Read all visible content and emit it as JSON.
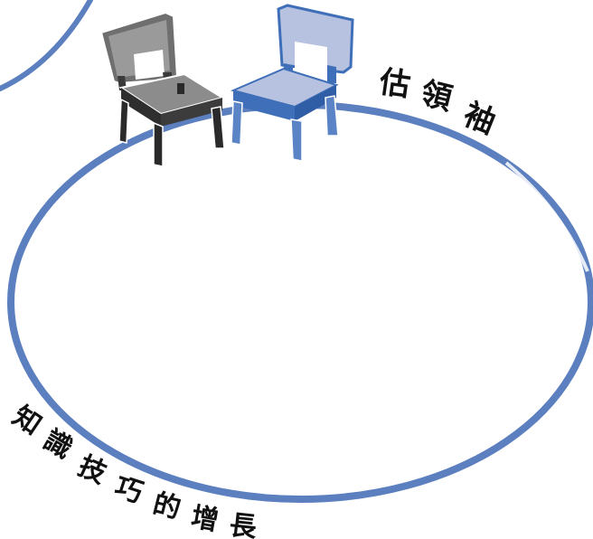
{
  "labels": {
    "top_right": [
      "估",
      "領",
      "袖"
    ],
    "bottom_left": [
      "知",
      "識",
      "技",
      "巧",
      "的",
      "增",
      "長"
    ]
  },
  "colors": {
    "ring": "#5b7fbf",
    "chair_gray": "#8a8a8a",
    "chair_gray_dark": "#2e2e2e",
    "chair_blue": "#b7c2e0",
    "chair_blue_dark": "#3f6fb8"
  },
  "icons": [
    "gray-chair-icon",
    "blue-chair-icon"
  ]
}
